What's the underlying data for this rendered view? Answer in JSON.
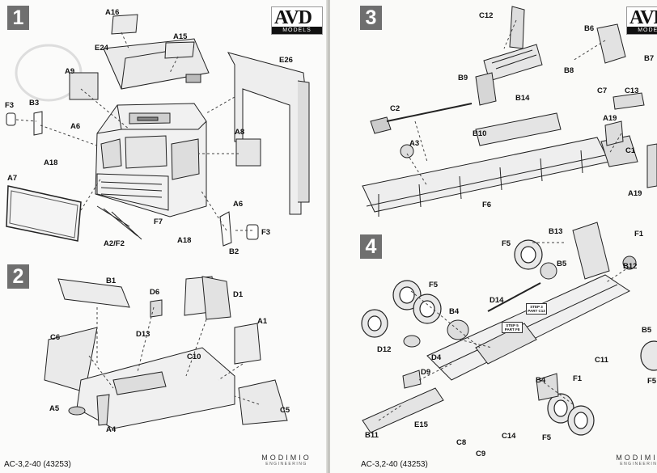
{
  "logo": {
    "main": "AVD",
    "sub": "MODELS"
  },
  "footer": {
    "left_code": "AC-3,2-40 (43253)",
    "right_code": "AC-3,2-40 (43253)",
    "brand": "MODIMIO",
    "brand_sub": "ENGINEERING"
  },
  "steps": {
    "s1": "1",
    "s2": "2",
    "s3": "3",
    "s4": "4"
  },
  "labels_left": {
    "A16": "A16",
    "A15": "A15",
    "E24": "E24",
    "E26": "E26",
    "A9": "A9",
    "F3a": "F3",
    "B3": "B3",
    "A6a": "A6",
    "A8": "A8",
    "A18a": "A18",
    "A7": "A7",
    "A6b": "A6",
    "F7": "F7",
    "F3b": "F3",
    "A2F2": "A2/F2",
    "A18b": "A18",
    "B2": "B2",
    "B1": "B1",
    "D6": "D6",
    "D1": "D1",
    "C6": "C6",
    "D13": "D13",
    "A1": "A1",
    "C10": "C10",
    "A5": "A5",
    "C5": "C5",
    "A4": "A4"
  },
  "labels_right": {
    "C12": "C12",
    "B6": "B6",
    "B7": "B7",
    "B9": "B9",
    "B8": "B8",
    "C2": "C2",
    "B14": "B14",
    "C7": "C7",
    "C13": "C13",
    "A19a": "A19",
    "B10": "B10",
    "A3": "A3",
    "C1": "C1",
    "A19b": "A19",
    "F6": "F6",
    "F5a": "F5",
    "B13": "B13",
    "F1a": "F1",
    "B5a": "B5",
    "B12": "B12",
    "F5b": "F5",
    "D14": "D14",
    "B4a": "B4",
    "B5b": "B5",
    "D12": "D12",
    "D4": "D4",
    "C11": "C11",
    "F5c": "F5",
    "D9": "D9",
    "B4b": "B4",
    "F1b": "F1",
    "E15": "E15",
    "B11": "B11",
    "C8": "C8",
    "C14": "C14",
    "C9": "C9",
    "F5d": "F5"
  },
  "refs": {
    "step3_c13": "STEP 3 PART C13",
    "step5_f8": "STEP 5 PART F8"
  }
}
